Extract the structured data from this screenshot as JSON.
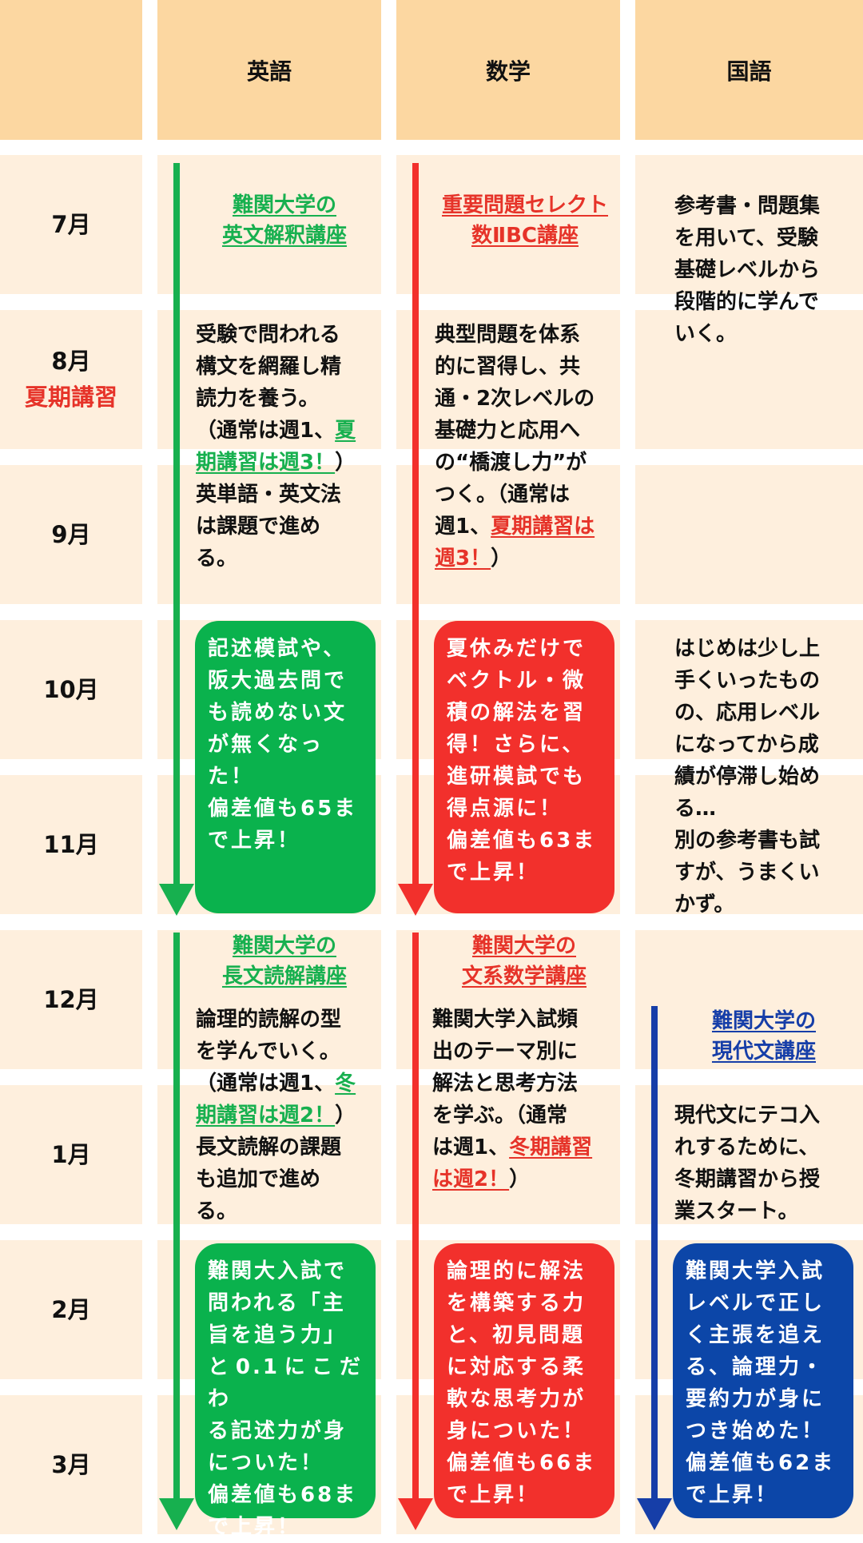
{
  "headers": {
    "english": "英語",
    "math": "数学",
    "japanese": "国語"
  },
  "months": {
    "jul": "7月",
    "aug": "8月",
    "aug_sub": "夏期講習",
    "sep": "9月",
    "oct": "10月",
    "nov": "11月",
    "dec": "12月",
    "jan": "1月",
    "feb": "2月",
    "mar": "3月"
  },
  "english": {
    "course1": [
      "難関大学の",
      "英文解釈講座"
    ],
    "desc1": [
      "受験で問われる",
      "構文を網羅し精",
      "読力を養う。"
    ],
    "desc1_note_open": "（通常は週1、",
    "desc1_summer": "夏期講習は週3！",
    "desc1_note_close": "）",
    "desc1_tail": [
      "英単語・英文法",
      "は課題で進め",
      "る。"
    ],
    "result1": [
      "記述模試や、",
      "阪大過去問で",
      "も読めない文",
      "が無くなっ",
      "た！",
      "偏差値も65ま",
      "で上昇！"
    ],
    "course2": [
      "難関大学の",
      "長文読解講座"
    ],
    "desc2": [
      "論理的読解の型",
      "を学んでいく。"
    ],
    "desc2_note_open": "（通常は週1、",
    "desc2_winter": "冬期講習は週2！",
    "desc2_note_close": "）",
    "desc2_tail": [
      "長文読解の課題",
      "も追加で進め",
      "る。"
    ],
    "result2": [
      "難関大入試で",
      "問われる「主",
      "旨を追う力」",
      "と0.1にこだわ",
      "る記述力が身",
      "についた！",
      "偏差値も68ま",
      "で上昇！"
    ]
  },
  "math": {
    "course1": [
      "重要問題セレクト",
      "数ⅡBC講座"
    ],
    "desc1": [
      "典型問題を体系",
      "的に習得し、共",
      "通・2次レベルの",
      "基礎力と応用へ",
      "の“橋渡し力”が",
      "つく。（通常は"
    ],
    "desc1_note_open": "週1、",
    "desc1_summer": "夏期講習は週3！",
    "desc1_note_close": "）",
    "result1": [
      "夏休みだけで",
      "ベクトル・微",
      "積の解法を習",
      "得！さらに、",
      "進研模試でも",
      "得点源に！",
      "偏差値も63ま",
      "で上昇！"
    ],
    "course2": [
      "難関大学の",
      "文系数学講座"
    ],
    "desc2": [
      "難関大学入試頻",
      "出のテーマ別に",
      "解法と思考方法",
      "を学ぶ。（通常"
    ],
    "desc2_note_open": "は週1、",
    "desc2_winter": "冬期講習は週2！",
    "desc2_note_close": "）",
    "result2": [
      "論理的に解法",
      "を構築する力",
      "と、初見問題",
      "に対応する柔",
      "軟な思考力が",
      "身についた！",
      "偏差値も66ま",
      "で上昇！"
    ]
  },
  "japanese": {
    "desc1": [
      "参考書・問題集",
      "を用いて、受験",
      "基礎レベルから",
      "段階的に学んで",
      "いく。"
    ],
    "desc2": [
      "はじめは少し上",
      "手くいったもの",
      "の、応用レベル",
      "になってから成",
      "績が停滞し始め",
      "る…",
      "別の参考書も試",
      "すが、うまくい",
      "かず。"
    ],
    "course": [
      "難関大学の",
      "現代文講座"
    ],
    "desc3": [
      "現代文にテコ入",
      "れするために、",
      "冬期講習から授",
      "業スタート。"
    ],
    "result": [
      "難関大学入試",
      "レベルで正し",
      "く主張を追え",
      "る、論理力・",
      "要約力が身に",
      "つき始めた！",
      "偏差値も62ま",
      "で上昇！"
    ]
  },
  "colors": {
    "header_bg": "#fcd7a1",
    "row_bg": "#feefdd",
    "english": "#0ab24d",
    "math": "#f2302c",
    "japanese": "#0c46a8",
    "summer": "#e63329"
  }
}
